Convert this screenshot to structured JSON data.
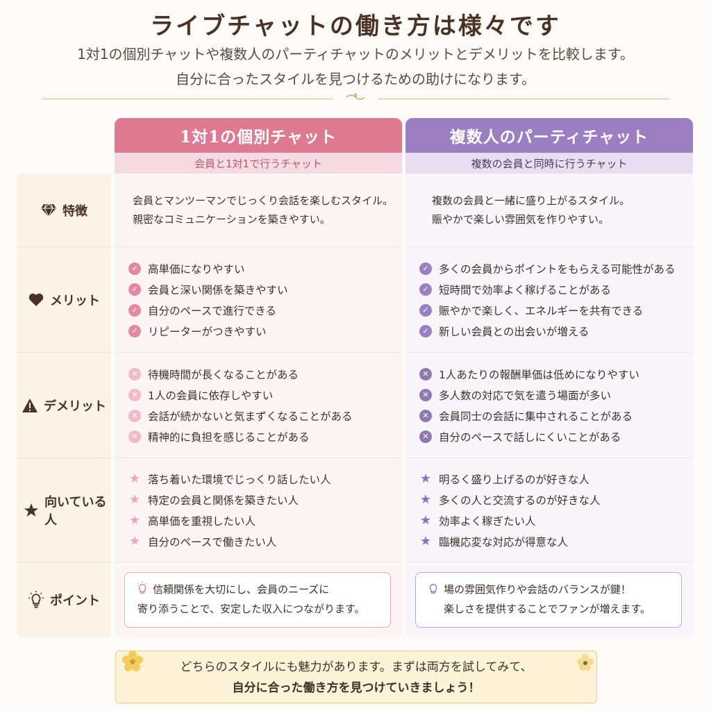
{
  "header": {
    "title": "ライブチャットの働き方は様々です",
    "subtitle_line1": "1対1の個別チャットや複数人のパーティチャットのメリットとデメリットを比較します。",
    "subtitle_line2": "自分に合ったスタイルを見つけるための助けになります。"
  },
  "labels": {
    "feature": "特徴",
    "merit": "メリット",
    "demerit": "デメリット",
    "suitable": "向いている人",
    "point": "ポイント"
  },
  "icons": {
    "feature": "diamond-icon",
    "merit": "heart-icon",
    "demerit": "warning-icon",
    "suitable": "star-icon",
    "point": "lightbulb-icon"
  },
  "columns": {
    "individual": {
      "title": "1対1の個別チャット",
      "subtitle": "会員と1対1で行うチャット",
      "accent": "#de7b93",
      "feature_line1": "会員とマンツーマンでじっくり会話を楽しむスタイル。",
      "feature_line2": "親密なコミュニケーションを築きやすい。",
      "merits": [
        "高単価になりやすい",
        "会員と深い関係を築きやすい",
        "自分のペースで進行できる",
        "リピーターがつきやすい"
      ],
      "demerits": [
        "待機時間が長くなることがある",
        "1人の会員に依存しやすい",
        "会話が続かないと気まずくなることがある",
        "精神的に負担を感じることがある"
      ],
      "suitable": [
        "落ち着いた環境でじっくり話したい人",
        "特定の会員と関係を築きたい人",
        "高単価を重視したい人",
        "自分のペースで働きたい人"
      ],
      "point_line1": "信頼関係を大切にし、会員のニーズに",
      "point_line2": "寄り添うことで、安定した収入につながります。"
    },
    "party": {
      "title": "複数人のパーティチャット",
      "subtitle": "複数の会員と同時に行うチャット",
      "accent": "#9b7fc0",
      "feature_line1": "複数の会員と一緒に盛り上がるスタイル。",
      "feature_line2": "賑やかで楽しい雰囲気を作りやすい。",
      "merits": [
        "多くの会員からポイントをもらえる可能性がある",
        "短時間で効率よく稼げることがある",
        "賑やかで楽しく、エネルギーを共有できる",
        "新しい会員との出会いが増える"
      ],
      "demerits": [
        "1人あたりの報酬単価は低めになりやすい",
        "多人数の対応で気を遣う場面が多い",
        "会員同士の会話に集中されることがある",
        "自分のペースで話しにくいことがある"
      ],
      "suitable": [
        "明るく盛り上げるのが好きな人",
        "多くの人と交流するのが好きな人",
        "効率よく稼ぎたい人",
        "臨機応変な対応が得意な人"
      ],
      "point_line1": "場の雰囲気作りや会話のバランスが鍵！",
      "point_line2": "楽しさを提供することでファンが増えます。"
    }
  },
  "footer": {
    "line1": "どちらのスタイルにも魅力があります。まずは両方を試してみて、",
    "line2": "自分に合った働き方を見つけていきましょう！"
  }
}
